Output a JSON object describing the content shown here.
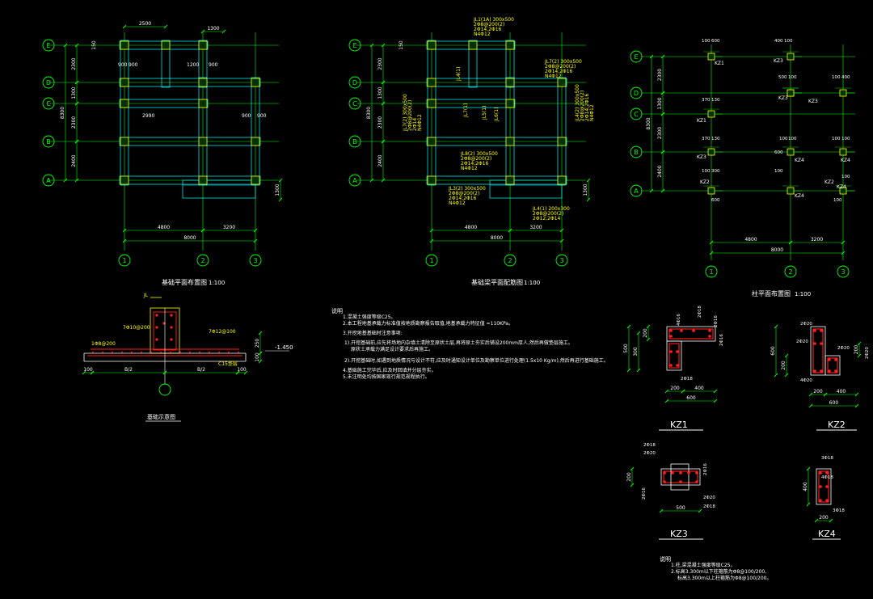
{
  "plans": {
    "foundation": {
      "title": "基础平面布置图",
      "scale": "1:100",
      "axes_h": [
        "E",
        "D",
        "C",
        "B",
        "A"
      ],
      "axes_v": [
        "1",
        "2",
        "3"
      ],
      "dims_left": [
        "2300",
        "1300",
        "2300",
        "2400"
      ],
      "dim_total_left": "8300",
      "dims_bottom": [
        "4800",
        "3200"
      ],
      "dim_total_bottom": "8000",
      "dim_top": "2500",
      "dim_top_small": "1300",
      "dim_top_150": "150",
      "dims_inner": [
        "900",
        "900",
        "1200",
        "900",
        "2990",
        "900",
        "900"
      ],
      "dim_right": "1300"
    },
    "beam": {
      "title": "基础梁平面配筋图",
      "scale": "1:100",
      "axes_h": [
        "E",
        "D",
        "C",
        "B",
        "A"
      ],
      "axes_v": [
        "1",
        "2",
        "3"
      ],
      "dims_left": [
        "2300",
        "1300",
        "2300",
        "2400"
      ],
      "dim_total_left": "8300",
      "dims_bottom": [
        "4800",
        "3200"
      ],
      "dim_total_bottom": "8000",
      "dim_top_150": "150",
      "dim_right": "1300",
      "labels": [
        {
          "lines": [
            "JL1(1A) 300x500",
            "2Φ8@200(2)",
            "2Φ14;2Φ16",
            "N4Φ12"
          ]
        },
        {
          "lines": [
            "JL7(2) 300x500",
            "2Φ8@200(2)",
            "2Φ14;2Φ16",
            "N4Φ12"
          ]
        },
        {
          "lines": [
            "JL4(1)"
          ]
        },
        {
          "lines": [
            "JL7(1)"
          ]
        },
        {
          "lines": [
            "JL7(2) 300x500",
            "2Φ8@200(2)",
            "2Φ14",
            "N4Φ12"
          ]
        },
        {
          "lines": [
            "JL5(1)"
          ]
        },
        {
          "lines": [
            "JL6(1)"
          ]
        },
        {
          "lines": [
            "JL4(2) 300x500",
            "2Φ8@200(2)",
            "2Φ14;2Φ16",
            "N4Φ12"
          ]
        },
        {
          "lines": [
            "JL8(2) 300x500",
            "2Φ8@200(2)",
            "2Φ14;2Φ16",
            "N4Φ12"
          ]
        },
        {
          "lines": [
            "JL3(2) 300x500",
            "2Φ8@200(2)",
            "2Φ14;2Φ16",
            "N4Φ12"
          ]
        },
        {
          "lines": [
            "JL4(1) 200x300",
            "2Φ8@200(2)",
            "2Φ12;2Φ14"
          ]
        }
      ]
    },
    "column": {
      "title": "柱平面布置图",
      "scale": "1:100",
      "axes_h": [
        "E",
        "D",
        "C",
        "B",
        "A"
      ],
      "axes_v": [
        "1",
        "2",
        "3"
      ],
      "dims_left": [
        "2300",
        "1300",
        "2300",
        "2400"
      ],
      "dim_total_left": "8300",
      "dims_bottom": [
        "4800",
        "3200"
      ],
      "dim_total_bottom": "8000",
      "col_tags": [
        "KZ1",
        "KZ3",
        "KZ3",
        "KZ1",
        "KZ3",
        "KZ3",
        "KZ4",
        "KZ4",
        "KZ2",
        "KZ4",
        "KZ2",
        "KZ4"
      ],
      "col_dims": [
        "100",
        "600",
        "400",
        "100",
        "500",
        "100",
        "100",
        "400",
        "370",
        "130",
        "370",
        "130",
        "100",
        "100",
        "100",
        "100",
        "100",
        "300",
        "100",
        "600",
        "600",
        "100",
        "100"
      ]
    }
  },
  "footing": {
    "title": "基础示意图",
    "beam_tag": "JL",
    "bar_left": "7Φ10@200",
    "bar_right": "7Φ12@100",
    "bar_bottom": "1Φ8@200",
    "elev": "-1.450",
    "concrete": "C15垫层",
    "dims": [
      "100",
      "B/2",
      "B/2",
      "100"
    ],
    "dims_v": [
      "100",
      "250"
    ]
  },
  "notes1": {
    "title": "说明",
    "lines": [
      "1.混凝土强度等级C25。",
      "2.本工程地基承载力标准值按地质勘察报告取值,地基承载力特征值 =110KPa。",
      "3.开挖地基基础时注意事项:",
      "1).开挖基础前,应先将场地内杂填土清除至原状土层,再将原土夯实后铺设200mm厚人,然后再做垫层施工。",
      "原状土承载力满足设计要求后再施工。",
      "2).开挖基础时,如遇到地质情况与设计不符,应及时通知设计单位及勘察单位进行处理(1.5x10 Kg/m),然后再进行基础施工。",
      "4.基础施工完毕后,应及时回填并分层夯实。",
      "5.未注明处均按国家现行规范规程执行。"
    ]
  },
  "notes2": {
    "title": "说明",
    "lines": [
      "1.柱,梁混凝土强度等级C25。",
      "2.标高3.300m以下柱箍筋为Φ8@100/200,",
      "标高3.300m以上柱箍筋为Φ8@100/200。"
    ]
  },
  "sections": [
    {
      "tag": "KZ1",
      "bars": [
        "4Φ16",
        "2Φ18",
        "2Φ16",
        "2Φ16",
        "2Φ18"
      ],
      "dims": [
        "200",
        "400",
        "600",
        "500",
        "300",
        "200"
      ]
    },
    {
      "tag": "KZ2",
      "bars": [
        "2Φ20",
        "2Φ20",
        "2Φ20",
        "4Φ20",
        "2Φ20"
      ],
      "dims": [
        "200",
        "400",
        "600",
        "600",
        "200",
        "200"
      ]
    },
    {
      "tag": "KZ3",
      "bars": [
        "2Φ18",
        "2Φ20",
        "2Φ16",
        "2Φ16",
        "2Φ20",
        "2Φ18"
      ],
      "dims": [
        "500",
        "200"
      ]
    },
    {
      "tag": "KZ4",
      "bars": [
        "3Φ18",
        "4Φ18",
        "3Φ18"
      ],
      "dims": [
        "400",
        "200"
      ]
    }
  ],
  "colors": {
    "green": "#00ff00",
    "cyan": "#00ffff",
    "yellow": "#ffff00",
    "red": "#ff2020",
    "white": "#ffffff",
    "grid": "#00cc00"
  }
}
